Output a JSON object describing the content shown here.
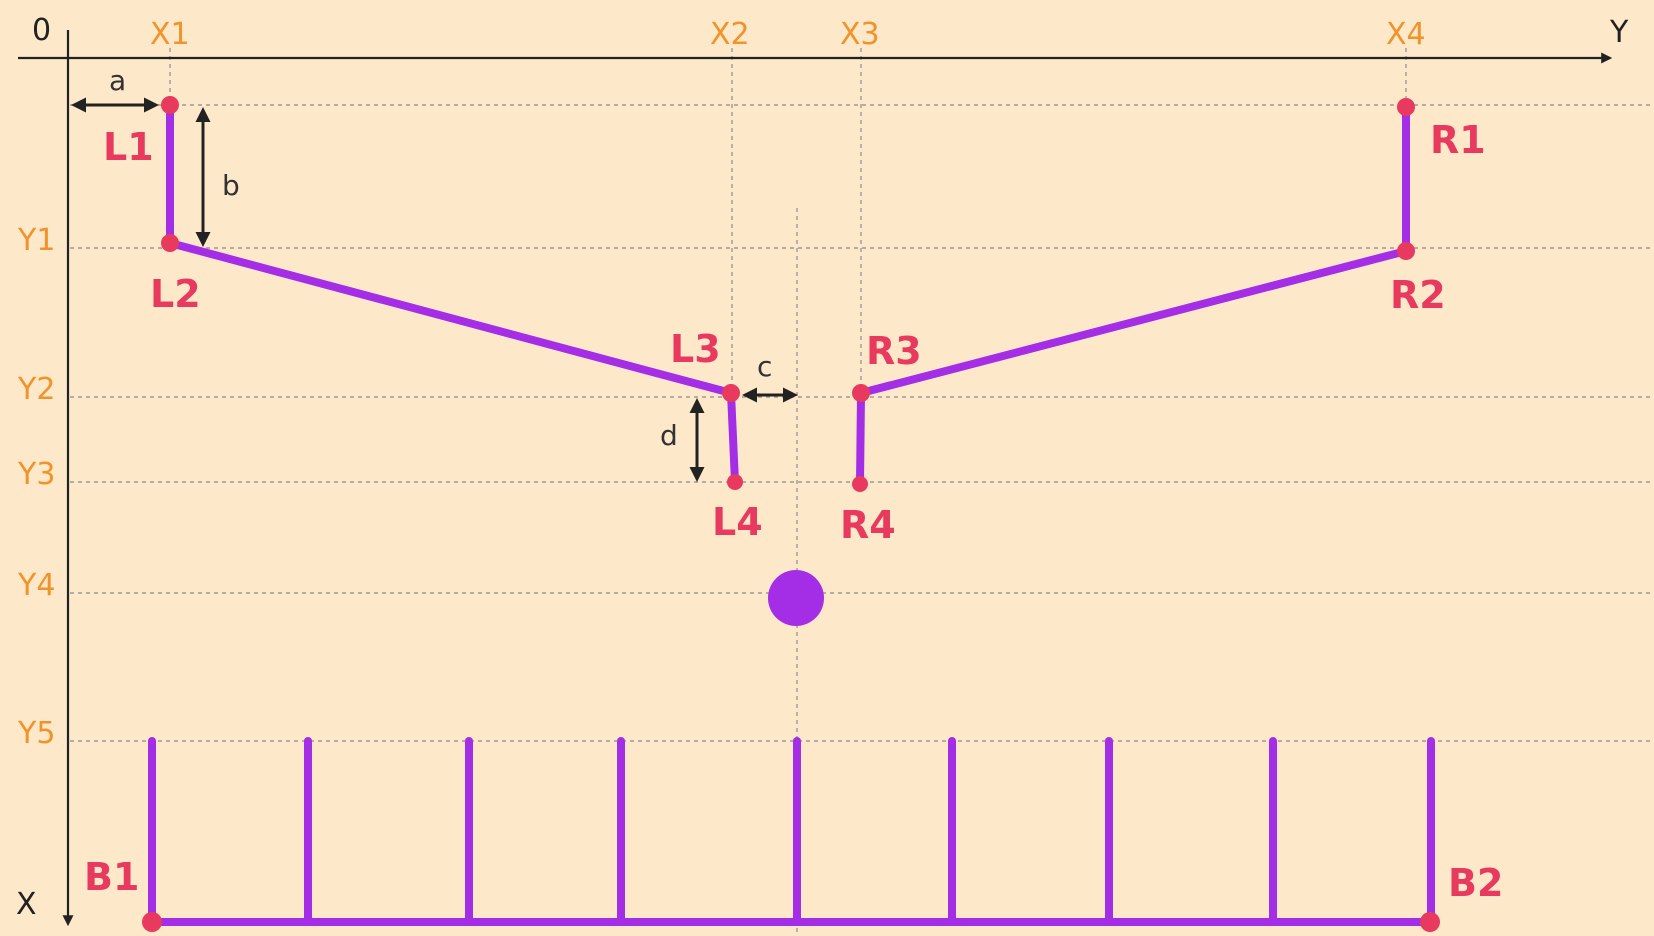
{
  "origin": "0",
  "axes": {
    "horizontal": "Y",
    "vertical": "X"
  },
  "x_ticks": [
    "X1",
    "X2",
    "X3",
    "X4"
  ],
  "y_ticks": [
    "Y1",
    "Y2",
    "Y3",
    "Y4",
    "Y5"
  ],
  "points": {
    "L1": "L1",
    "L2": "L2",
    "L3": "L3",
    "L4": "L4",
    "R1": "R1",
    "R2": "R2",
    "R3": "R3",
    "R4": "R4",
    "B1": "B1",
    "B2": "B2"
  },
  "dimensions": {
    "a": "a",
    "b": "b",
    "c": "c",
    "d": "d"
  },
  "colors": {
    "background": "#fde8c9",
    "rail": "#a42ee6",
    "point": "#e83a5f",
    "tick": "#f0932a"
  }
}
